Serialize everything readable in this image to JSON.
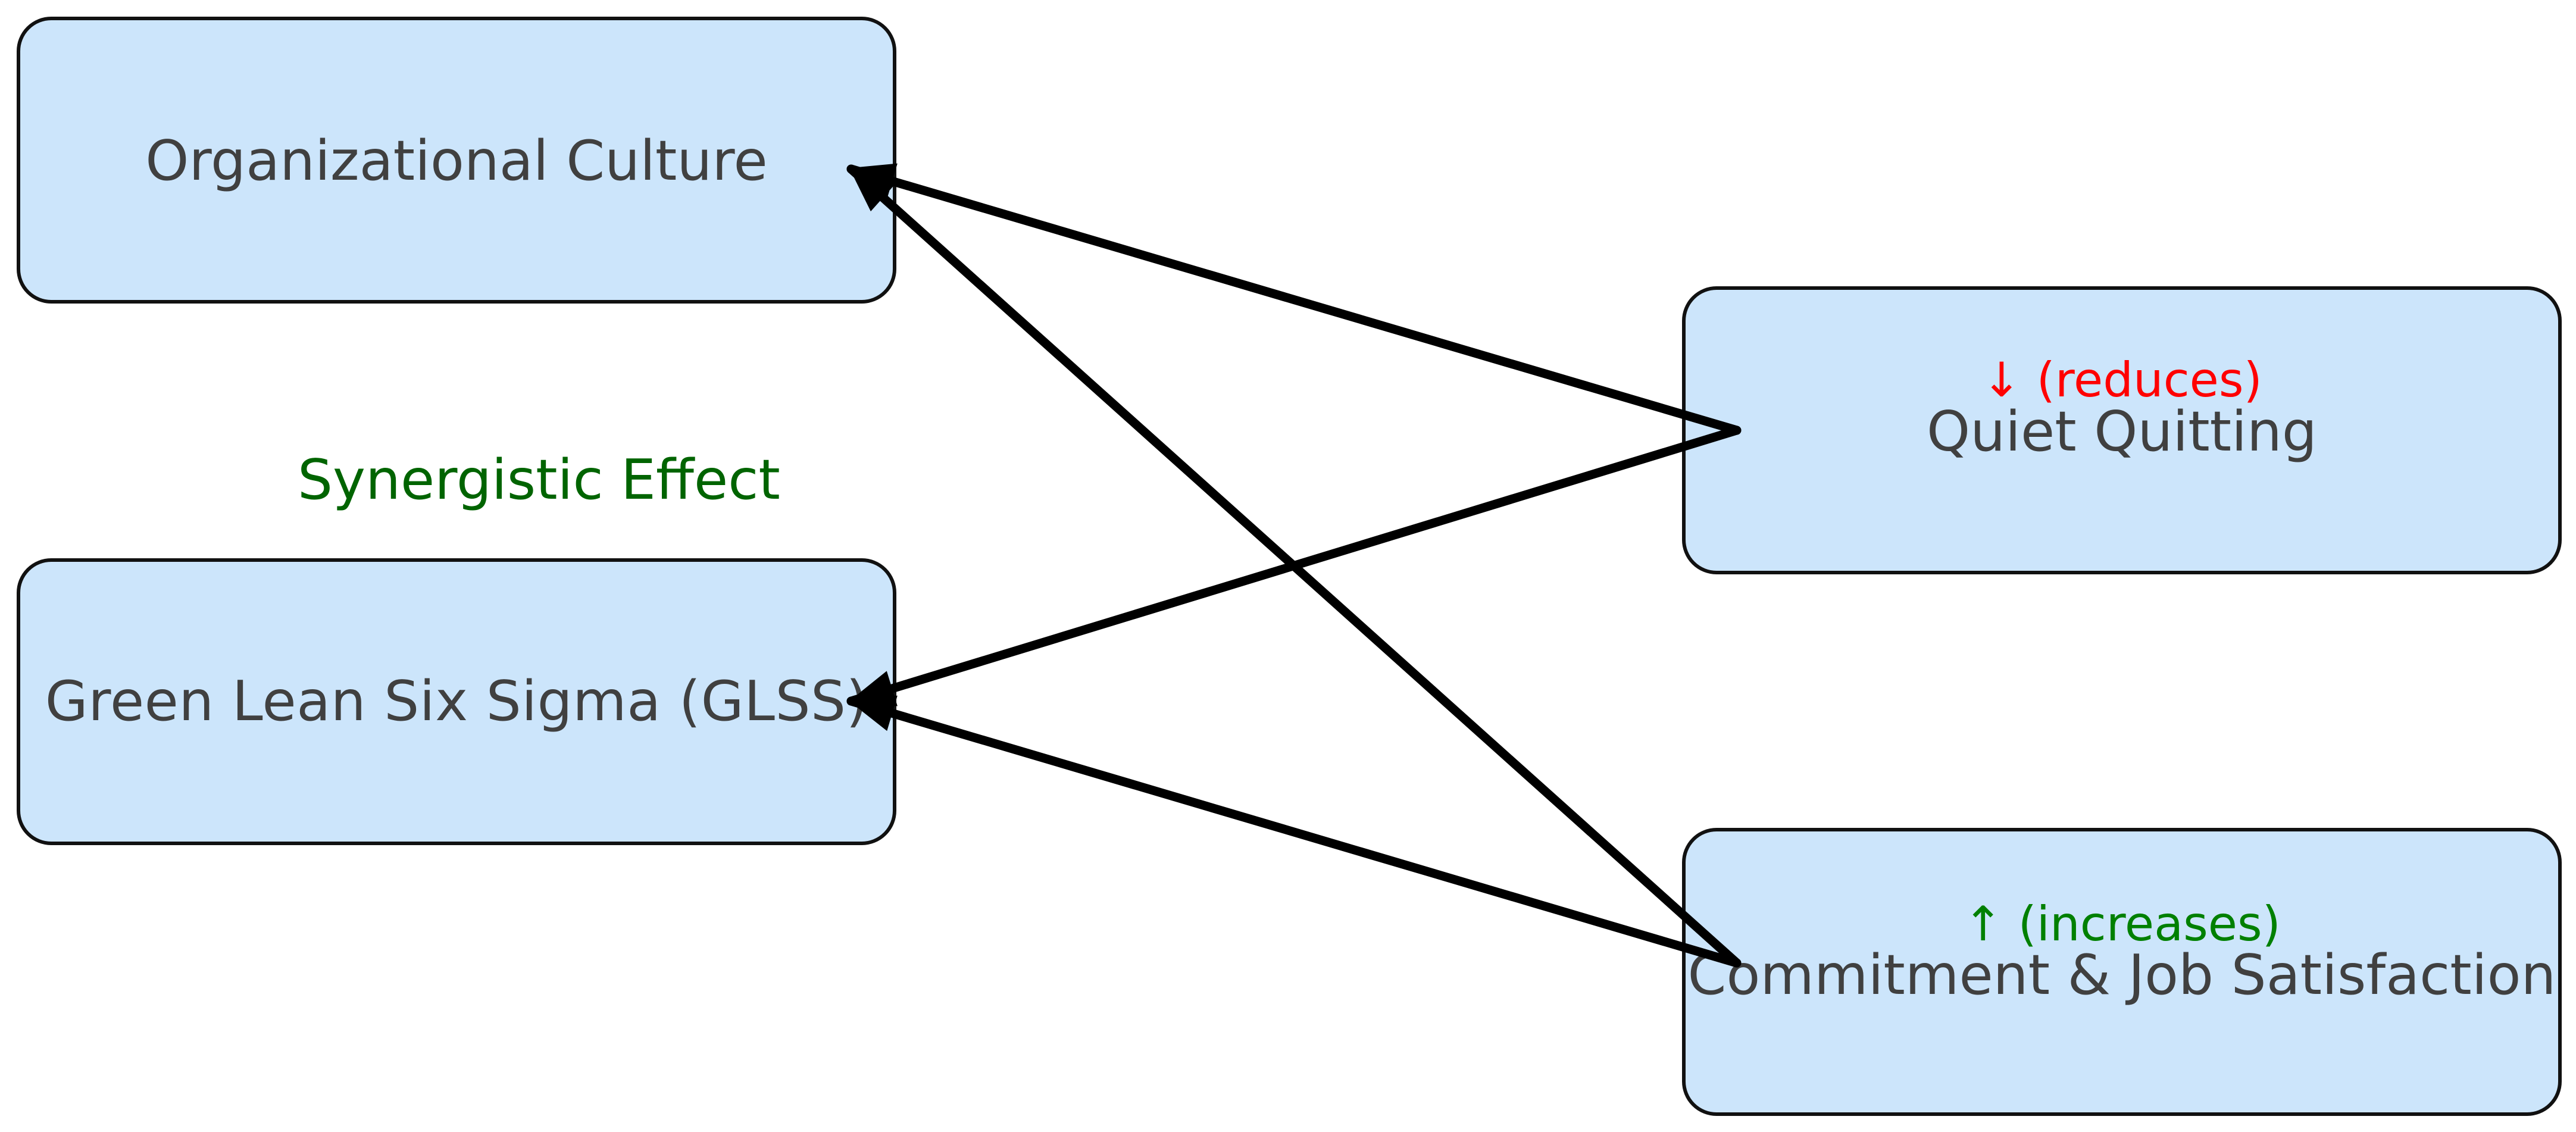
{
  "diagram": {
    "nodes": {
      "culture": {
        "label": "Organizational Culture"
      },
      "glss": {
        "label": "Green Lean Six Sigma (GLSS)"
      },
      "quiet": {
        "label": "Quiet Quitting",
        "effect": "↓ (reduces)"
      },
      "commit": {
        "label": "Commitment & Job Satisfaction",
        "effect": "↑ (increases)"
      }
    },
    "synergy_label": "Synergistic Effect",
    "edges": [
      {
        "from": "culture",
        "to": "quiet"
      },
      {
        "from": "culture",
        "to": "commit"
      },
      {
        "from": "glss",
        "to": "quiet"
      },
      {
        "from": "glss",
        "to": "commit"
      }
    ]
  },
  "colors": {
    "node_fill": "#cce5fb",
    "node_border": "#111111",
    "node_text": "#404040",
    "reduces": "#ff0000",
    "increases": "#008000",
    "synergy": "#006400",
    "arrow": "#000000"
  }
}
